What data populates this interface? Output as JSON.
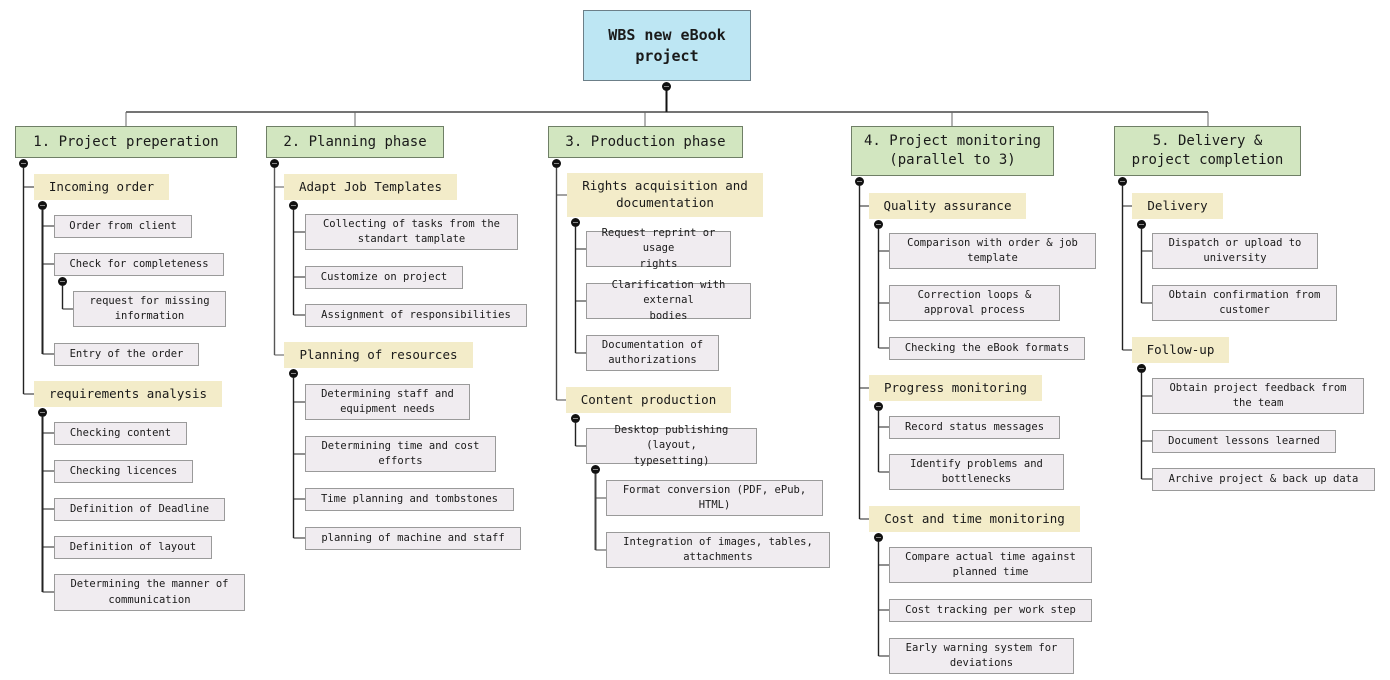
{
  "root": {
    "label": "WBS new eBook\nproject"
  },
  "phases": [
    {
      "label": "1. Project preperation",
      "groups": [
        {
          "label": "Incoming order",
          "tasks": [
            "Order from client",
            "Check for completeness",
            "request for missing\ninformation",
            "Entry of the order"
          ]
        },
        {
          "label": "requirements analysis",
          "tasks": [
            "Checking content",
            "Checking licences",
            "Definition of Deadline",
            "Definition of layout",
            "Determining the manner of\ncommunication"
          ]
        }
      ]
    },
    {
      "label": "2. Planning phase",
      "groups": [
        {
          "label": "Adapt Job Templates",
          "tasks": [
            "Collecting of tasks from the\nstandart tamplate",
            "Customize on project",
            "Assignment of responsibilities"
          ]
        },
        {
          "label": "Planning of resources",
          "tasks": [
            "Determining staff and\nequipment needs",
            "Determining time and cost\nefforts",
            "Time planning and tombstones",
            "planning of machine and staff"
          ]
        }
      ]
    },
    {
      "label": "3. Production phase",
      "groups": [
        {
          "label": "Rights acquisition and\ndocumentation",
          "tasks": [
            "Request reprint or usage\nrights",
            "Clarification with external\nbodies",
            "Documentation of\nauthorizations"
          ]
        },
        {
          "label": "Content production",
          "tasks": [
            "Desktop publishing (layout,\ntypesetting)",
            "Format conversion (PDF, ePub,\nHTML)",
            "Integration of images, tables,\nattachments"
          ]
        }
      ]
    },
    {
      "label": "4. Project monitoring\n(parallel to 3)",
      "groups": [
        {
          "label": "Quality assurance",
          "tasks": [
            "Comparison with order & job\ntemplate",
            "Correction loops &\napproval process",
            "Checking the eBook formats"
          ]
        },
        {
          "label": "Progress monitoring",
          "tasks": [
            "Record status messages",
            "Identify problems and\nbottlenecks"
          ]
        },
        {
          "label": "Cost and time monitoring",
          "tasks": [
            "Compare actual time against\nplanned time",
            "Cost tracking per work step",
            "Early warning system for\ndeviations"
          ]
        }
      ]
    },
    {
      "label": "5. Delivery &\nproject completion",
      "groups": [
        {
          "label": "Delivery",
          "tasks": [
            "Dispatch or upload to\nuniversity",
            "Obtain confirmation from\ncustomer"
          ]
        },
        {
          "label": "Follow-up",
          "tasks": [
            "Obtain project feedback from\nthe team",
            "Document lessons learned",
            "Archive project & back up data"
          ]
        }
      ]
    }
  ],
  "colors": {
    "root_fill": "#bde6f3",
    "phase_fill": "#d2e6c0",
    "group_fill": "#f3ecc9",
    "task_fill": "#f0ecf0"
  }
}
